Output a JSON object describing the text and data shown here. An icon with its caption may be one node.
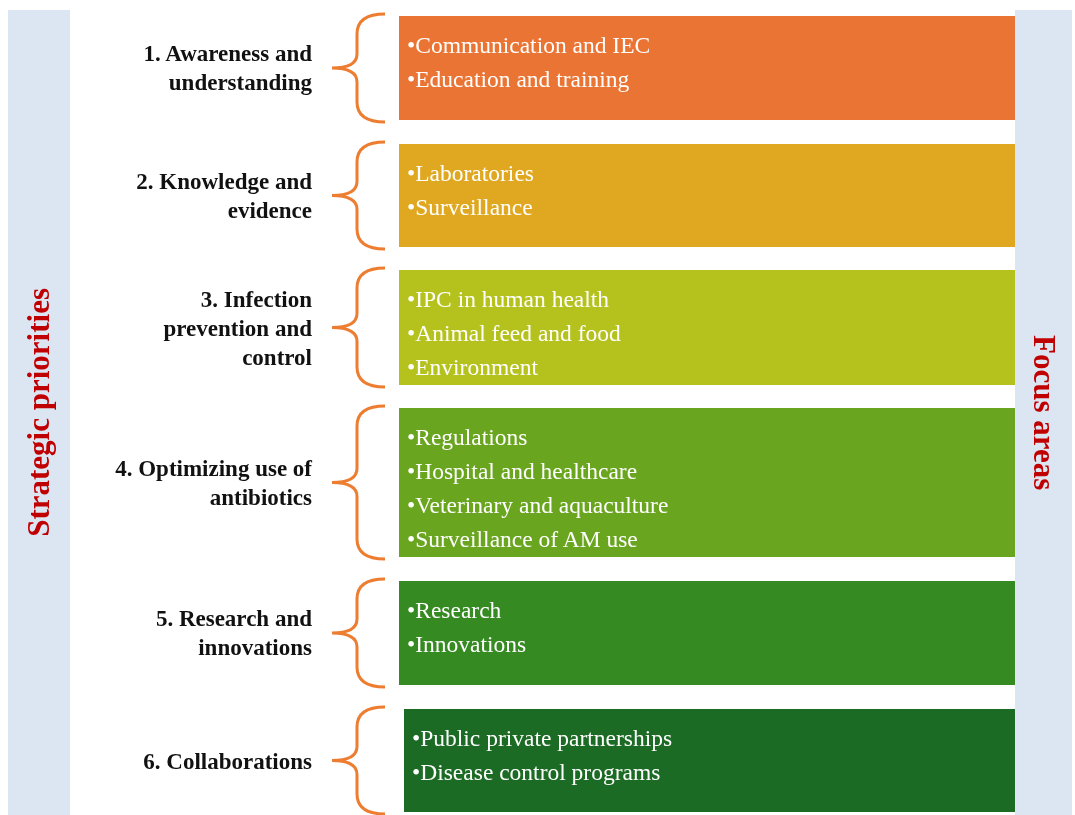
{
  "diagram": {
    "nodes": [
      {
        "text": [
          "Strategic priorities"
        ]
      },
      {
        "text": [
          "Focus areas"
        ]
      },
      {
        "text": [
          "•Communication and IEC",
          "•Education and training"
        ]
      },
      {
        "text": [
          "•Laboratories",
          "•Surveillance"
        ]
      },
      {
        "text": [
          "•IPC in human health",
          "•Animal feed and food",
          "•Environment"
        ]
      },
      {
        "text": [
          "•Regulations",
          "•Hospital and healthcare",
          "•Veterinary and aquaculture",
          "•Surveillance of AM use"
        ]
      },
      {
        "text": [
          "•Research",
          "•Innovations"
        ]
      },
      {
        "text": [
          "•Public private partnerships",
          "•Disease control programs"
        ]
      }
    ],
    "labels": [
      "1. Awareness and understanding",
      "2. Knowledge and evidence",
      "3. Infection prevention and control",
      "4. Optimizing use of antibiotics",
      "5. Research and innovations",
      "6. Collaborations"
    ]
  }
}
